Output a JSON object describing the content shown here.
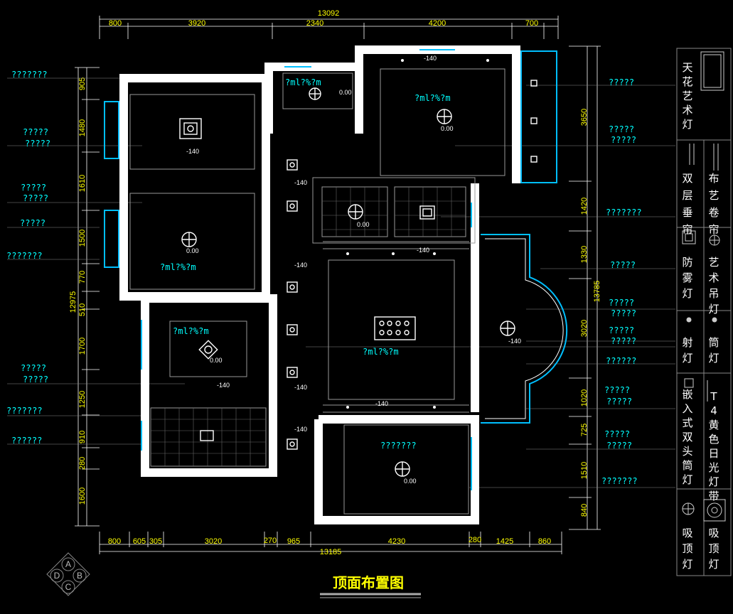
{
  "title": "顶面布置图",
  "overall": {
    "top_total": "13092",
    "bottom_total": "13185",
    "left_total": "12975",
    "right_total": "13785"
  },
  "top_dims": [
    "800",
    "3920",
    "2340",
    "4200",
    "700"
  ],
  "bottom_dims": [
    "800",
    "605",
    "305",
    "3020",
    "270",
    "965",
    "4230",
    "280",
    "1425",
    "860"
  ],
  "left_dims": [
    "905",
    "1480",
    "1610",
    "1500",
    "770",
    "510",
    "1700",
    "1250",
    "910",
    "280",
    "1600"
  ],
  "right_dims": [
    "3650",
    "1420",
    "1330",
    "3020",
    "1020",
    "725",
    "1510",
    "840"
  ],
  "left_notes": [
    "???????",
    "?????",
    "?????",
    "?????",
    "?????",
    "?????",
    "???????",
    "?????",
    "?????",
    "???????",
    "??????"
  ],
  "right_notes": [
    "?????",
    "?????",
    "?????",
    "???????",
    "?????",
    "?????",
    "?????",
    "?????",
    "?????",
    "??????",
    "?????",
    "?????",
    "?????",
    "?????",
    "???????"
  ],
  "room_labels": [
    "?ml?%?m",
    "?ml?%?m",
    "?ml?%?m",
    "?ml?%?m",
    "?ml?%?m",
    "???????"
  ],
  "level_notes": {
    "minus140": "-140",
    "zero": "0.00"
  },
  "legend": [
    {
      "text": "天花艺术灯",
      "icon": "ceiling-art-lamp-icon"
    },
    {
      "text": "双层垂帘",
      "icon": "double-curtain-icon"
    },
    {
      "text": "布艺卷帘",
      "icon": "fabric-roller-blind-icon"
    },
    {
      "text": "防雾灯",
      "icon": "fog-proof-lamp-icon"
    },
    {
      "text": "艺术吊灯",
      "icon": "art-chandelier-icon"
    },
    {
      "text": "射灯",
      "icon": "spotlight-icon"
    },
    {
      "text": "筒灯",
      "icon": "downlight-icon"
    },
    {
      "text": "嵌入式双头筒灯",
      "icon": "double-downlight-icon"
    },
    {
      "text": "T4黄色日光灯带",
      "icon": "t4-light-strip-icon"
    },
    {
      "text": "吸顶灯",
      "icon": "ceiling-lamp-icon"
    },
    {
      "text": "吸顶灯",
      "icon": "ceiling-lamp-fan-icon"
    }
  ],
  "compass_letters": [
    "A",
    "B",
    "C",
    "D"
  ],
  "colors": {
    "wall": "#ffffff",
    "dimension": "#ffff00",
    "label": "#00ffff",
    "glass": "#00bfff",
    "background": "#000000"
  }
}
